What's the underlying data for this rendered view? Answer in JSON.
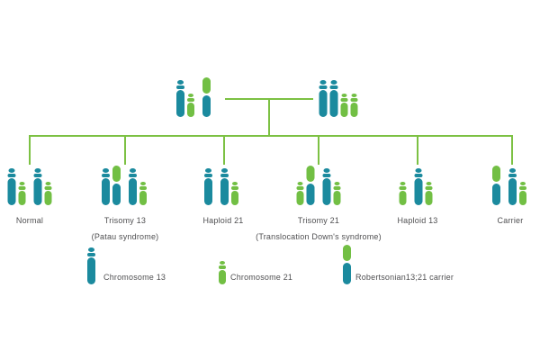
{
  "colors": {
    "chromosome_13_teal": "#1b8a9e",
    "chromosome_21_green": "#72bf44",
    "tree_line_green": "#7cc143",
    "label_text": "#4f4f51"
  },
  "parents": [
    {
      "karyotype": [
        [
          "c13",
          "c21"
        ],
        [
          "rob"
        ]
      ]
    },
    {
      "karyotype": [
        [
          "c13",
          "c13",
          "c21",
          "c21"
        ]
      ]
    }
  ],
  "offspring": [
    {
      "label": "Normal",
      "sublabel": "",
      "karyotype": [
        [
          "c13",
          "c21"
        ],
        [
          "c13",
          "c21"
        ]
      ]
    },
    {
      "label": "Trisomy 13",
      "sublabel": "(Patau syndrome)",
      "karyotype": [
        [
          "c13",
          "rob"
        ],
        [
          "c13",
          "c21"
        ]
      ]
    },
    {
      "label": "Haploid 21",
      "sublabel": "",
      "karyotype": [
        [
          "c13"
        ],
        [
          "c13",
          "c21"
        ]
      ]
    },
    {
      "label": "Trisomy 21",
      "sublabel": "(Translocation Down's syndrome)",
      "karyotype": [
        [
          "c21",
          "rob"
        ],
        [
          "c13",
          "c21"
        ]
      ]
    },
    {
      "label": "Haploid 13",
      "sublabel": "",
      "karyotype": [
        [
          "c21"
        ],
        [
          "c13",
          "c21"
        ]
      ]
    },
    {
      "label": "Carrier",
      "sublabel": "",
      "karyotype": [
        [
          "rob"
        ],
        [
          "c13",
          "c21"
        ]
      ]
    }
  ],
  "legend": [
    {
      "glyph": "c13",
      "label": "Chromosome 13"
    },
    {
      "glyph": "c21",
      "label": "Chromosome 21"
    },
    {
      "glyph": "rob",
      "label": "Robertsonian13;21 carrier"
    }
  ]
}
